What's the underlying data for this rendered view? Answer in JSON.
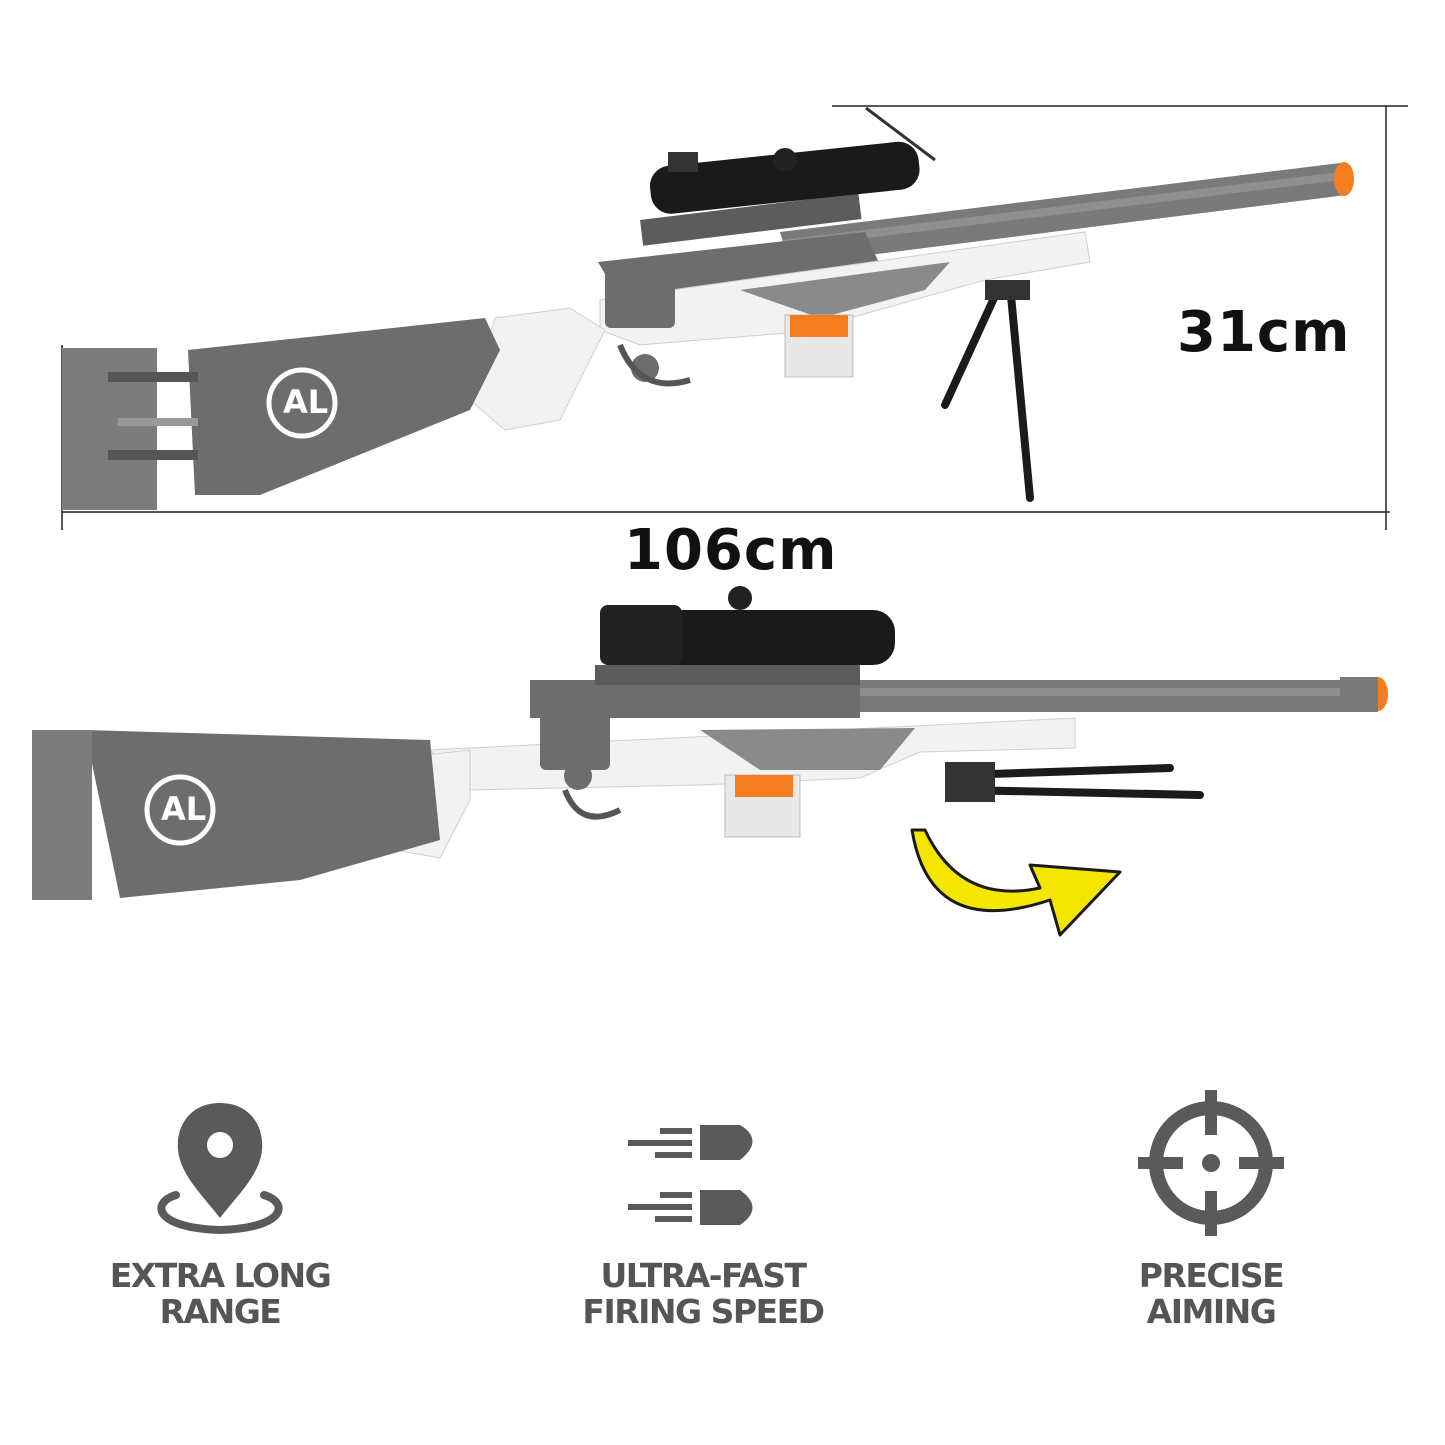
{
  "dimensions": {
    "height_label": "31cm",
    "length_label": "106cm"
  },
  "product": {
    "logo_text": "AL"
  },
  "features": [
    {
      "icon": "location-pin-icon",
      "line1": "EXTRA LONG",
      "line2": "RANGE"
    },
    {
      "icon": "bullets-speed-icon",
      "line1": "ULTRA-FAST",
      "line2": "FIRING SPEED"
    },
    {
      "icon": "crosshair-icon",
      "line1": "PRECISE",
      "line2": "AIMING"
    }
  ],
  "colors": {
    "body_gray": "#6d6d6d",
    "light_gray": "#9a9a9a",
    "stock_white": "#f2f2f2",
    "barrel_tip": "#f57c1f",
    "scope_black": "#1a1a1a",
    "arrow_yellow": "#f5e600",
    "icon_gray": "#5a5a5a"
  }
}
